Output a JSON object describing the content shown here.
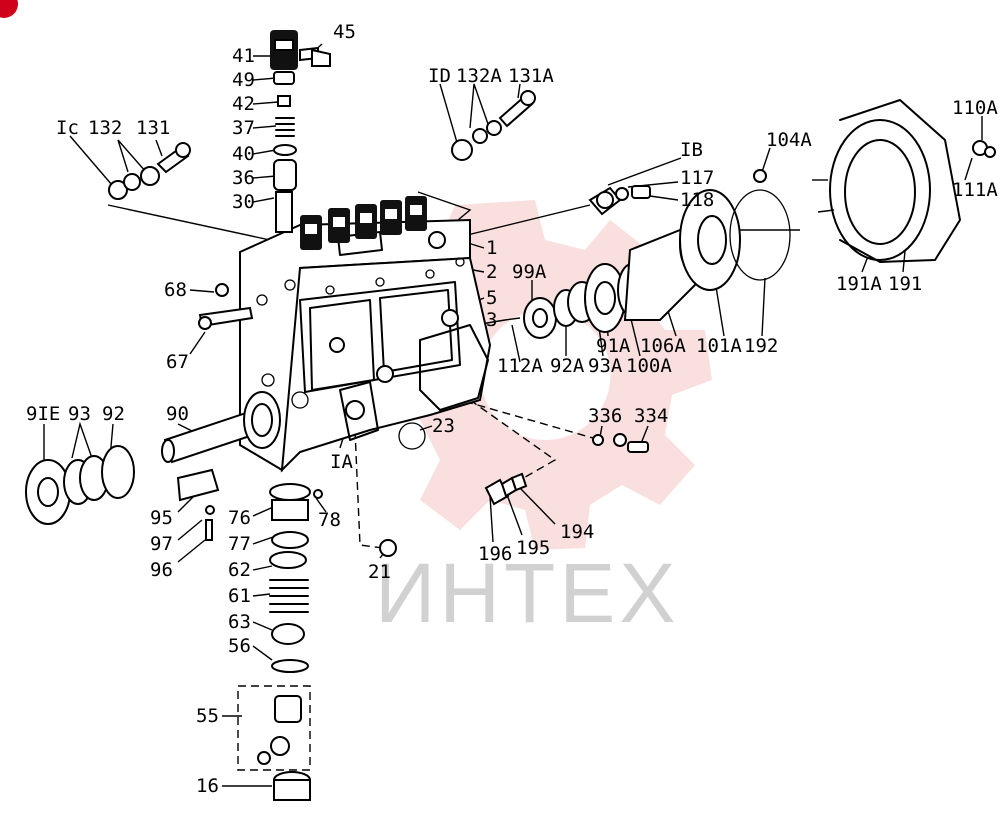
{
  "watermark": {
    "text": "ИНТЕХ",
    "color": "#e03a3a"
  },
  "callouts": [
    {
      "id": "45",
      "text": "45"
    },
    {
      "id": "41",
      "text": "41"
    },
    {
      "id": "49",
      "text": "49"
    },
    {
      "id": "42",
      "text": "42"
    },
    {
      "id": "37",
      "text": "37"
    },
    {
      "id": "40",
      "text": "40"
    },
    {
      "id": "36",
      "text": "36"
    },
    {
      "id": "30",
      "text": "30"
    },
    {
      "id": "1c",
      "text": "Ic"
    },
    {
      "id": "132",
      "text": "132"
    },
    {
      "id": "131",
      "text": "131"
    },
    {
      "id": "1d",
      "text": "ID"
    },
    {
      "id": "132a",
      "text": "132A"
    },
    {
      "id": "131a",
      "text": "131A"
    },
    {
      "id": "1b",
      "text": "IB"
    },
    {
      "id": "117",
      "text": "117"
    },
    {
      "id": "118",
      "text": "118"
    },
    {
      "id": "104a",
      "text": "104A"
    },
    {
      "id": "110a",
      "text": "110A"
    },
    {
      "id": "111a",
      "text": "111A"
    },
    {
      "id": "191a",
      "text": "191A"
    },
    {
      "id": "191",
      "text": "191"
    },
    {
      "id": "192",
      "text": "192"
    },
    {
      "id": "101a",
      "text": "101A"
    },
    {
      "id": "106a",
      "text": "106A"
    },
    {
      "id": "100a",
      "text": "100A"
    },
    {
      "id": "93a",
      "text": "93A"
    },
    {
      "id": "92a",
      "text": "92A"
    },
    {
      "id": "91a",
      "text": "91A"
    },
    {
      "id": "112a",
      "text": "112A"
    },
    {
      "id": "99a",
      "text": "99A"
    },
    {
      "id": "1",
      "text": "1"
    },
    {
      "id": "2",
      "text": "2"
    },
    {
      "id": "5",
      "text": "5"
    },
    {
      "id": "3",
      "text": "3"
    },
    {
      "id": "68",
      "text": "68"
    },
    {
      "id": "67",
      "text": "67"
    },
    {
      "id": "91e",
      "text": "9IE"
    },
    {
      "id": "93",
      "text": "93"
    },
    {
      "id": "92",
      "text": "92"
    },
    {
      "id": "90",
      "text": "90"
    },
    {
      "id": "23",
      "text": "23"
    },
    {
      "id": "1a",
      "text": "IA"
    },
    {
      "id": "336",
      "text": "336"
    },
    {
      "id": "334",
      "text": "334"
    },
    {
      "id": "196",
      "text": "196"
    },
    {
      "id": "195",
      "text": "195"
    },
    {
      "id": "194",
      "text": "194"
    },
    {
      "id": "21",
      "text": "21"
    },
    {
      "id": "95",
      "text": "95"
    },
    {
      "id": "97",
      "text": "97"
    },
    {
      "id": "96",
      "text": "96"
    },
    {
      "id": "76",
      "text": "76"
    },
    {
      "id": "78",
      "text": "78"
    },
    {
      "id": "77",
      "text": "77"
    },
    {
      "id": "62",
      "text": "62"
    },
    {
      "id": "61",
      "text": "61"
    },
    {
      "id": "63",
      "text": "63"
    },
    {
      "id": "56",
      "text": "56"
    },
    {
      "id": "55",
      "text": "55"
    },
    {
      "id": "16",
      "text": "16"
    }
  ]
}
